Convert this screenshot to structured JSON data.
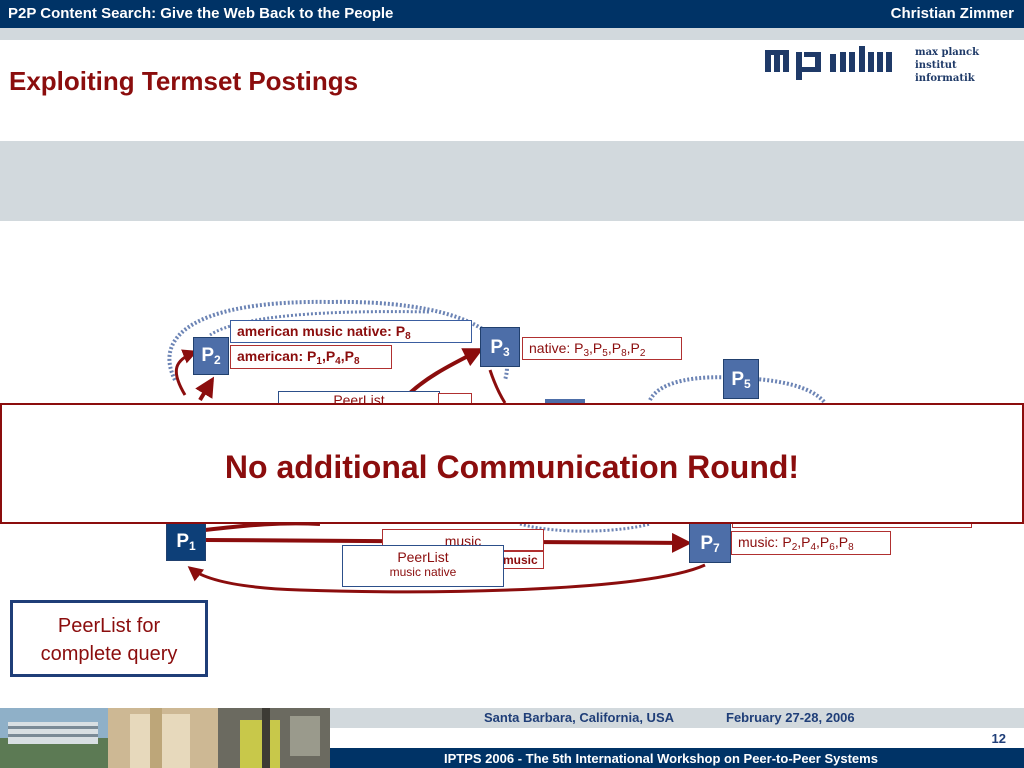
{
  "header": {
    "left_title": "P2P Content Search: Give the Web Back to the People",
    "right_author": "Christian Zimmer"
  },
  "slide": {
    "title": "Exploiting Termset Postings"
  },
  "logo": {
    "line1": "max planck institut",
    "line2": "informatik"
  },
  "peers": {
    "p1": {
      "letter": "P",
      "index": "1"
    },
    "p2": {
      "letter": "P",
      "index": "2"
    },
    "p3": {
      "letter": "P",
      "index": "3"
    },
    "p5": {
      "letter": "P",
      "index": "5"
    },
    "p7": {
      "letter": "P",
      "index": "7"
    }
  },
  "postings": {
    "american_music_native": {
      "term": "american music native: P",
      "peers": "8"
    },
    "american": {
      "term": "american: P",
      "p1": "1",
      "sep1": ",P",
      "p2": "4",
      "sep2": ",P",
      "p3": "8"
    },
    "native": {
      "term": "native: P",
      "p1": "3",
      "sep1": ",P",
      "p2": "5",
      "sep2": ",P",
      "p3": "8",
      "sep3": ",P",
      "p4": "2"
    },
    "music": {
      "term": "music: P",
      "p1": "2",
      "sep1": ",P",
      "p2": "4",
      "sep2": ",P",
      "p3": "6",
      "sep3": ",P",
      "p4": "8"
    }
  },
  "peerlists": {
    "top_partial": "PeerList",
    "middle_partial": "music",
    "small_music": "music",
    "bottom": {
      "title": "PeerList",
      "subtitle": "music native"
    }
  },
  "overlay": {
    "message": "No additional Communication Round!"
  },
  "callout": {
    "line1": "PeerList for",
    "line2": "complete query"
  },
  "footer": {
    "location": "Santa Barbara, California, USA",
    "date": "February 27-28, 2006",
    "page": "12",
    "conference": "IPTPS 2006 - The 5th International Workshop on Peer-to-Peer Systems"
  },
  "colors": {
    "navy": "#003366",
    "dark_red": "#8b0d0d",
    "peer_blue": "#4d6ea8",
    "gray_band": "#d2d9dd"
  }
}
